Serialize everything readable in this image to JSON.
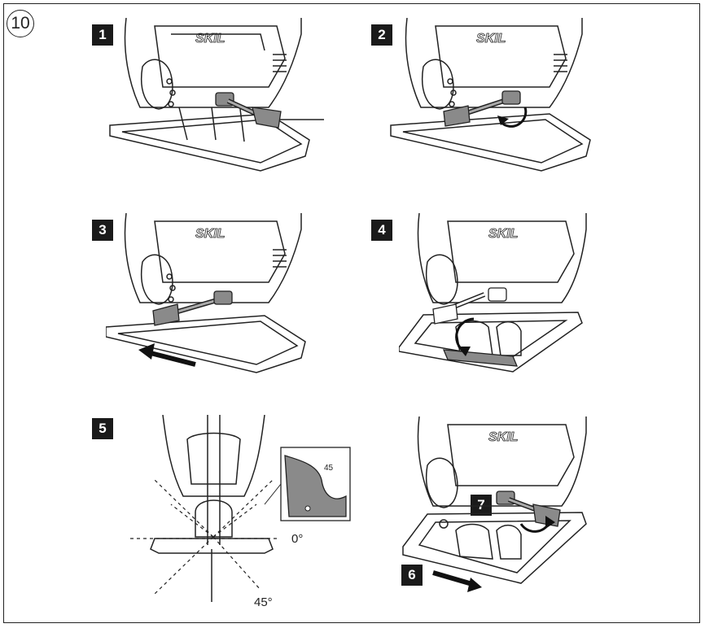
{
  "figure_number": "10",
  "steps": [
    {
      "label": "1"
    },
    {
      "label": "2"
    },
    {
      "label": "3"
    },
    {
      "label": "4"
    },
    {
      "label": "5"
    },
    {
      "label": "6"
    },
    {
      "label": "7"
    }
  ],
  "brand": "SKIL",
  "angles": {
    "zero": "0°",
    "forty_five": "45°"
  },
  "inset_scale_mark": "45",
  "colors": {
    "lever": "#8a8a8a",
    "outline": "#222222",
    "badge": "#1a1a1a"
  },
  "icons": [
    "rotate-arrow-icon",
    "push-arrow-icon"
  ]
}
